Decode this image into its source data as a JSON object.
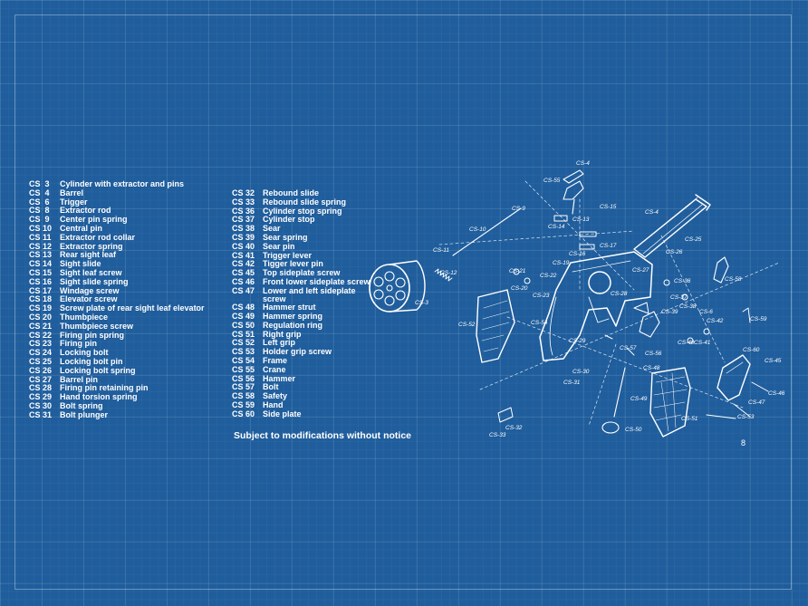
{
  "parts_left": [
    {
      "code": "CS  3",
      "name": "Cylinder with extractor and pins"
    },
    {
      "code": "CS  4",
      "name": "Barrel"
    },
    {
      "code": "CS  6",
      "name": "Trigger"
    },
    {
      "code": "CS  8",
      "name": "Extractor rod"
    },
    {
      "code": "CS  9",
      "name": "Center pin spring"
    },
    {
      "code": "CS 10",
      "name": "Central pin"
    },
    {
      "code": "CS 11",
      "name": "Extractor rod collar"
    },
    {
      "code": "CS 12",
      "name": "Extractor spring"
    },
    {
      "code": "CS 13",
      "name": "Rear sight leaf"
    },
    {
      "code": "CS 14",
      "name": "Sight slide"
    },
    {
      "code": "CS 15",
      "name": "Sight leaf screw"
    },
    {
      "code": "CS 16",
      "name": "Sight slide spring"
    },
    {
      "code": "CS 17",
      "name": "Windage screw"
    },
    {
      "code": "CS 18",
      "name": "Elevator screw"
    },
    {
      "code": "CS 19",
      "name": "Screw plate of rear sight leaf elevator"
    },
    {
      "code": "CS 20",
      "name": "Thumbpiece"
    },
    {
      "code": "CS 21",
      "name": "Thumbpiece screw"
    },
    {
      "code": "CS 22",
      "name": "Firing pin spring"
    },
    {
      "code": "CS 23",
      "name": "Firing pin"
    },
    {
      "code": "CS 24",
      "name": "Locking bolt"
    },
    {
      "code": "CS 25",
      "name": "Locking bolt pin"
    },
    {
      "code": "CS 26",
      "name": "Locking bolt spring"
    },
    {
      "code": "CS 27",
      "name": "Barrel pin"
    },
    {
      "code": "CS 28",
      "name": "Firing pin retaining pin"
    },
    {
      "code": "CS 29",
      "name": "Hand torsion spring"
    },
    {
      "code": "CS 30",
      "name": "Bolt spring"
    },
    {
      "code": "CS 31",
      "name": "Bolt plunger"
    }
  ],
  "parts_right": [
    {
      "code": "CS 32",
      "name": "Rebound slide"
    },
    {
      "code": "CS 33",
      "name": "Rebound slide spring"
    },
    {
      "code": "CS 36",
      "name": "Cylinder stop spring"
    },
    {
      "code": "CS 37",
      "name": "Cylinder stop"
    },
    {
      "code": "CS 38",
      "name": "Sear"
    },
    {
      "code": "CS 39",
      "name": "Sear spring"
    },
    {
      "code": "CS 40",
      "name": "Sear pin"
    },
    {
      "code": "CS 41",
      "name": "Trigger lever"
    },
    {
      "code": "CS 42",
      "name": "Tigger lever pin"
    },
    {
      "code": "CS 45",
      "name": "Top sideplate screw"
    },
    {
      "code": "CS 46",
      "name": "Front lower sideplate screw"
    },
    {
      "code": "CS 47",
      "name": "Lower and left sideplate screw"
    },
    {
      "code": "CS 48",
      "name": "Hammer strut"
    },
    {
      "code": "CS 49",
      "name": "Hammer spring"
    },
    {
      "code": "CS 50",
      "name": "Regulation ring"
    },
    {
      "code": "CS 51",
      "name": "Right grip"
    },
    {
      "code": "CS 52",
      "name": "Left grip"
    },
    {
      "code": "CS 53",
      "name": "Holder grip screw"
    },
    {
      "code": "CS 54",
      "name": "Frame"
    },
    {
      "code": "CS 55",
      "name": "Crane"
    },
    {
      "code": "CS 56",
      "name": "Hammer"
    },
    {
      "code": "CS 57",
      "name": "Bolt"
    },
    {
      "code": "CS 58",
      "name": "Safety"
    },
    {
      "code": "CS 59",
      "name": "Hand"
    },
    {
      "code": "CS 60",
      "name": "Side plate"
    }
  ],
  "notice": "Subject to modifications without notice",
  "page_number": "8",
  "diagram_labels": {
    "cs4": "CS-4",
    "cs55": "CS-55",
    "cs9": "CS-9",
    "cs10": "CS-10",
    "cs11": "CS-11",
    "cs12": "CS-12",
    "cs3": "CS-3",
    "cs14": "CS-14",
    "cs13": "CS-13",
    "cs15": "CS-15",
    "cs25": "CS-25",
    "cs26": "CS-26",
    "cs17": "CS-17",
    "cs16": "CS-16",
    "cs19": "CS-19",
    "cs27": "CS-27",
    "cs21": "CS-21",
    "cs20": "CS-20",
    "cs23": "CS-23",
    "cs22": "CS-22",
    "cs52": "CS-52",
    "cs54": "CS-54",
    "cs28": "CS-28",
    "cs36": "CS-36",
    "cs37": "CS-37",
    "cs38": "CS-38",
    "cs39": "CS-39",
    "cs6": "CS-6",
    "cs42": "CS-42",
    "cs58": "CS-58",
    "cs59": "CS-59",
    "cs29": "CS-29",
    "cs57": "CS-57",
    "cs56": "CS-56",
    "cs40": "CS-40",
    "cs41": "CS-41",
    "cs30": "CS-30",
    "cs31": "CS-31",
    "cs48": "CS-48",
    "cs49": "CS-49",
    "cs45": "CS-45",
    "cs60": "CS-60",
    "cs46": "CS-46",
    "cs47": "CS-47",
    "cs53": "CS-53",
    "cs51": "CS-51",
    "cs50": "CS-50",
    "cs32": "CS-32",
    "cs33": "CS-33"
  }
}
